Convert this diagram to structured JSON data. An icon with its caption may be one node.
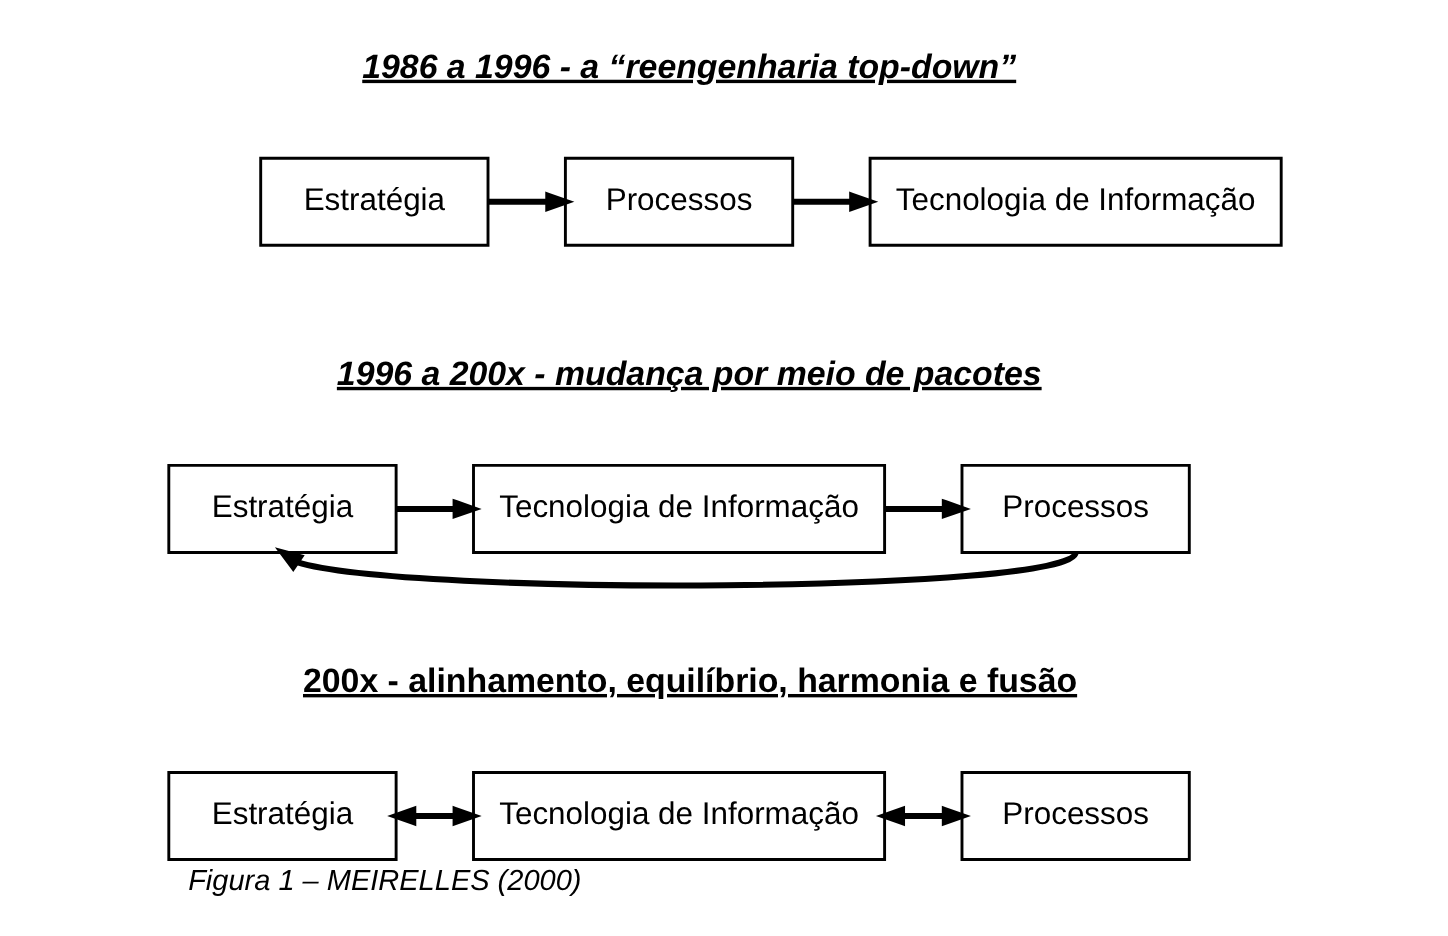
{
  "diagram": {
    "caption": "Figura 1 – MEIRELLES (2000)",
    "nodes": [
      {
        "text": [
          "Estratégia"
        ]
      },
      {
        "text": [
          "Processos"
        ]
      },
      {
        "text": [
          "Tecnologia de Informação"
        ]
      },
      {
        "text": [
          "Estratégia"
        ]
      },
      {
        "text": [
          "Tecnologia de Informação"
        ]
      },
      {
        "text": [
          "Processos"
        ]
      },
      {
        "text": [
          "Estratégia"
        ]
      },
      {
        "text": [
          "Tecnologia de Informação"
        ]
      },
      {
        "text": [
          "Processos"
        ]
      }
    ],
    "edges": [
      {
        "from": 0,
        "to": 1,
        "arrow": "to"
      },
      {
        "from": 1,
        "to": 2,
        "arrow": "to"
      },
      {
        "from": 3,
        "to": 4,
        "arrow": "to"
      },
      {
        "from": 4,
        "to": 5,
        "arrow": "to"
      },
      {
        "from": 5,
        "to": 3,
        "arrow": "to"
      },
      {
        "from": 6,
        "to": 7,
        "arrow": "both"
      },
      {
        "from": 7,
        "to": 8,
        "arrow": "both"
      }
    ],
    "labels": [
      "1986 a 1996 - a “reengenharia top-down”",
      "1996 a 200x - mudança por meio de pacotes",
      "200x - alinhamento, equilíbrio, harmonia e fusão"
    ]
  }
}
